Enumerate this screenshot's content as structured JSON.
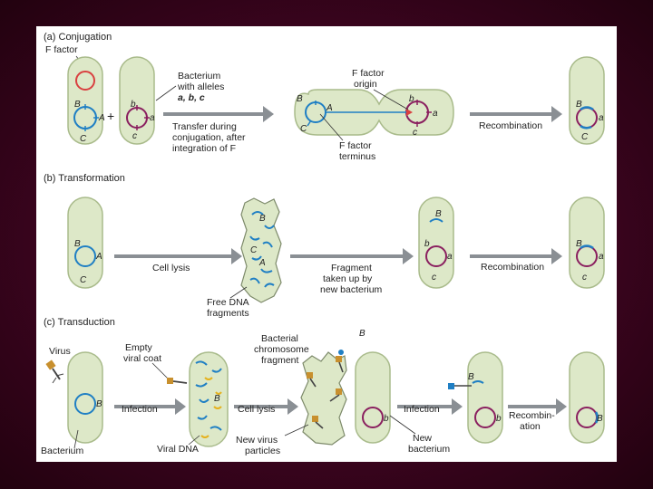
{
  "sections": {
    "a": "(a) Conjugation",
    "b": "(b) Transformation",
    "c": "(c) Transduction"
  },
  "labels": {
    "f_factor": "F factor",
    "bacterium_alleles_1": "Bacterium",
    "bacterium_alleles_2": "with alleles",
    "bacterium_alleles_3": "a, b, c",
    "transfer_1": "Transfer during",
    "transfer_2": "conjugation, after",
    "transfer_3": "integration of F",
    "f_origin_1": "F factor",
    "f_origin_2": "origin",
    "f_terminus_1": "F factor",
    "f_terminus_2": "terminus",
    "recombination": "Recombination",
    "cell_lysis": "Cell lysis",
    "free_dna_1": "Free DNA",
    "free_dna_2": "fragments",
    "fragment_1": "Fragment",
    "fragment_2": "taken up by",
    "fragment_3": "new bacterium",
    "virus": "Virus",
    "empty_coat_1": "Empty",
    "empty_coat_2": "viral coat",
    "bact_chrom_1": "Bacterial",
    "bact_chrom_2": "chromosome",
    "bact_chrom_3": "fragment",
    "infection": "Infection",
    "bacterium": "Bacterium",
    "viral_dna": "Viral DNA",
    "new_virus_1": "New virus",
    "new_virus_2": "particles",
    "new_bacterium_1": "New",
    "new_bacterium_2": "bacterium",
    "recombination_split_1": "Recombin-",
    "recombination_split_2": "ation"
  },
  "alleles": {
    "A": "A",
    "B": "B",
    "C": "C",
    "a": "a",
    "b": "b",
    "c": "c"
  },
  "colors": {
    "cell_fill": "#dde8c8",
    "blue_dna": "#1f7fc4",
    "purple_dna": "#8a1f5f",
    "red_f_factor": "#d94040",
    "arrow": "#8a8f94",
    "background": "#3d0420"
  }
}
